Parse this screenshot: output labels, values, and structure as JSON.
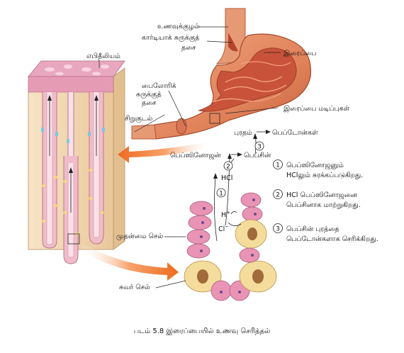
{
  "labels": {
    "esophagus": "உணவுக்குழல்",
    "cardiac_sphincter_1": "கார்டியாக் சுருக்குத்",
    "cardiac_sphincter_2": "தசை",
    "stomach": "இரைப்பை",
    "epithelium": "எபிதீலியம்",
    "pyloric_1": "பைலோரிக்",
    "pyloric_2": "சுருக்குத்",
    "pyloric_3": "தசை",
    "small_intestine": "சிறுகுடல்",
    "gastric_folds": "இரைப்பை மடிப்புகள்",
    "protein": "புரதம்",
    "peptones": "பெப்டோன்கள்",
    "pepsinogen": "பெப்ஸினோஜன்",
    "pepsin": "பெப்சின்",
    "hcl": "HCl",
    "h_plus": "H",
    "h_sup": "+",
    "cl_minus": "Cl",
    "cl_sup": "−",
    "chief_cell": "முதன்மை செல்",
    "parietal_cell": "சுவர் செல்"
  },
  "step_markers": [
    "1",
    "2",
    "3"
  ],
  "steps": [
    {
      "num": "1",
      "line1": "பெப்ஸினோஜனும்",
      "line2": "HClலும் சுரக்கப்படுகிறது."
    },
    {
      "num": "2",
      "line1": "HCl பெப்ஸினோஜனை",
      "line2": "பெப்சினாக மாற்றுகிறது."
    },
    {
      "num": "3",
      "line1": "பெப்சின் புரத்தை",
      "line2": "பெப்டோன்களாக செரிக்கிறது."
    }
  ],
  "caption": "படம் 5.8 இரைப்பையில் உணவு செரித்தல்",
  "colors": {
    "stomach_outer": "#e0825a",
    "stomach_inner": "#c9533a",
    "tissue_pink": "#e7a9b6",
    "chief_cell_pink": "#e993b5",
    "parietal_cell_yellow": "#f4dc9c",
    "arrow_orange": "#f07a2e",
    "tissue_tan": "#f3d7b2"
  }
}
